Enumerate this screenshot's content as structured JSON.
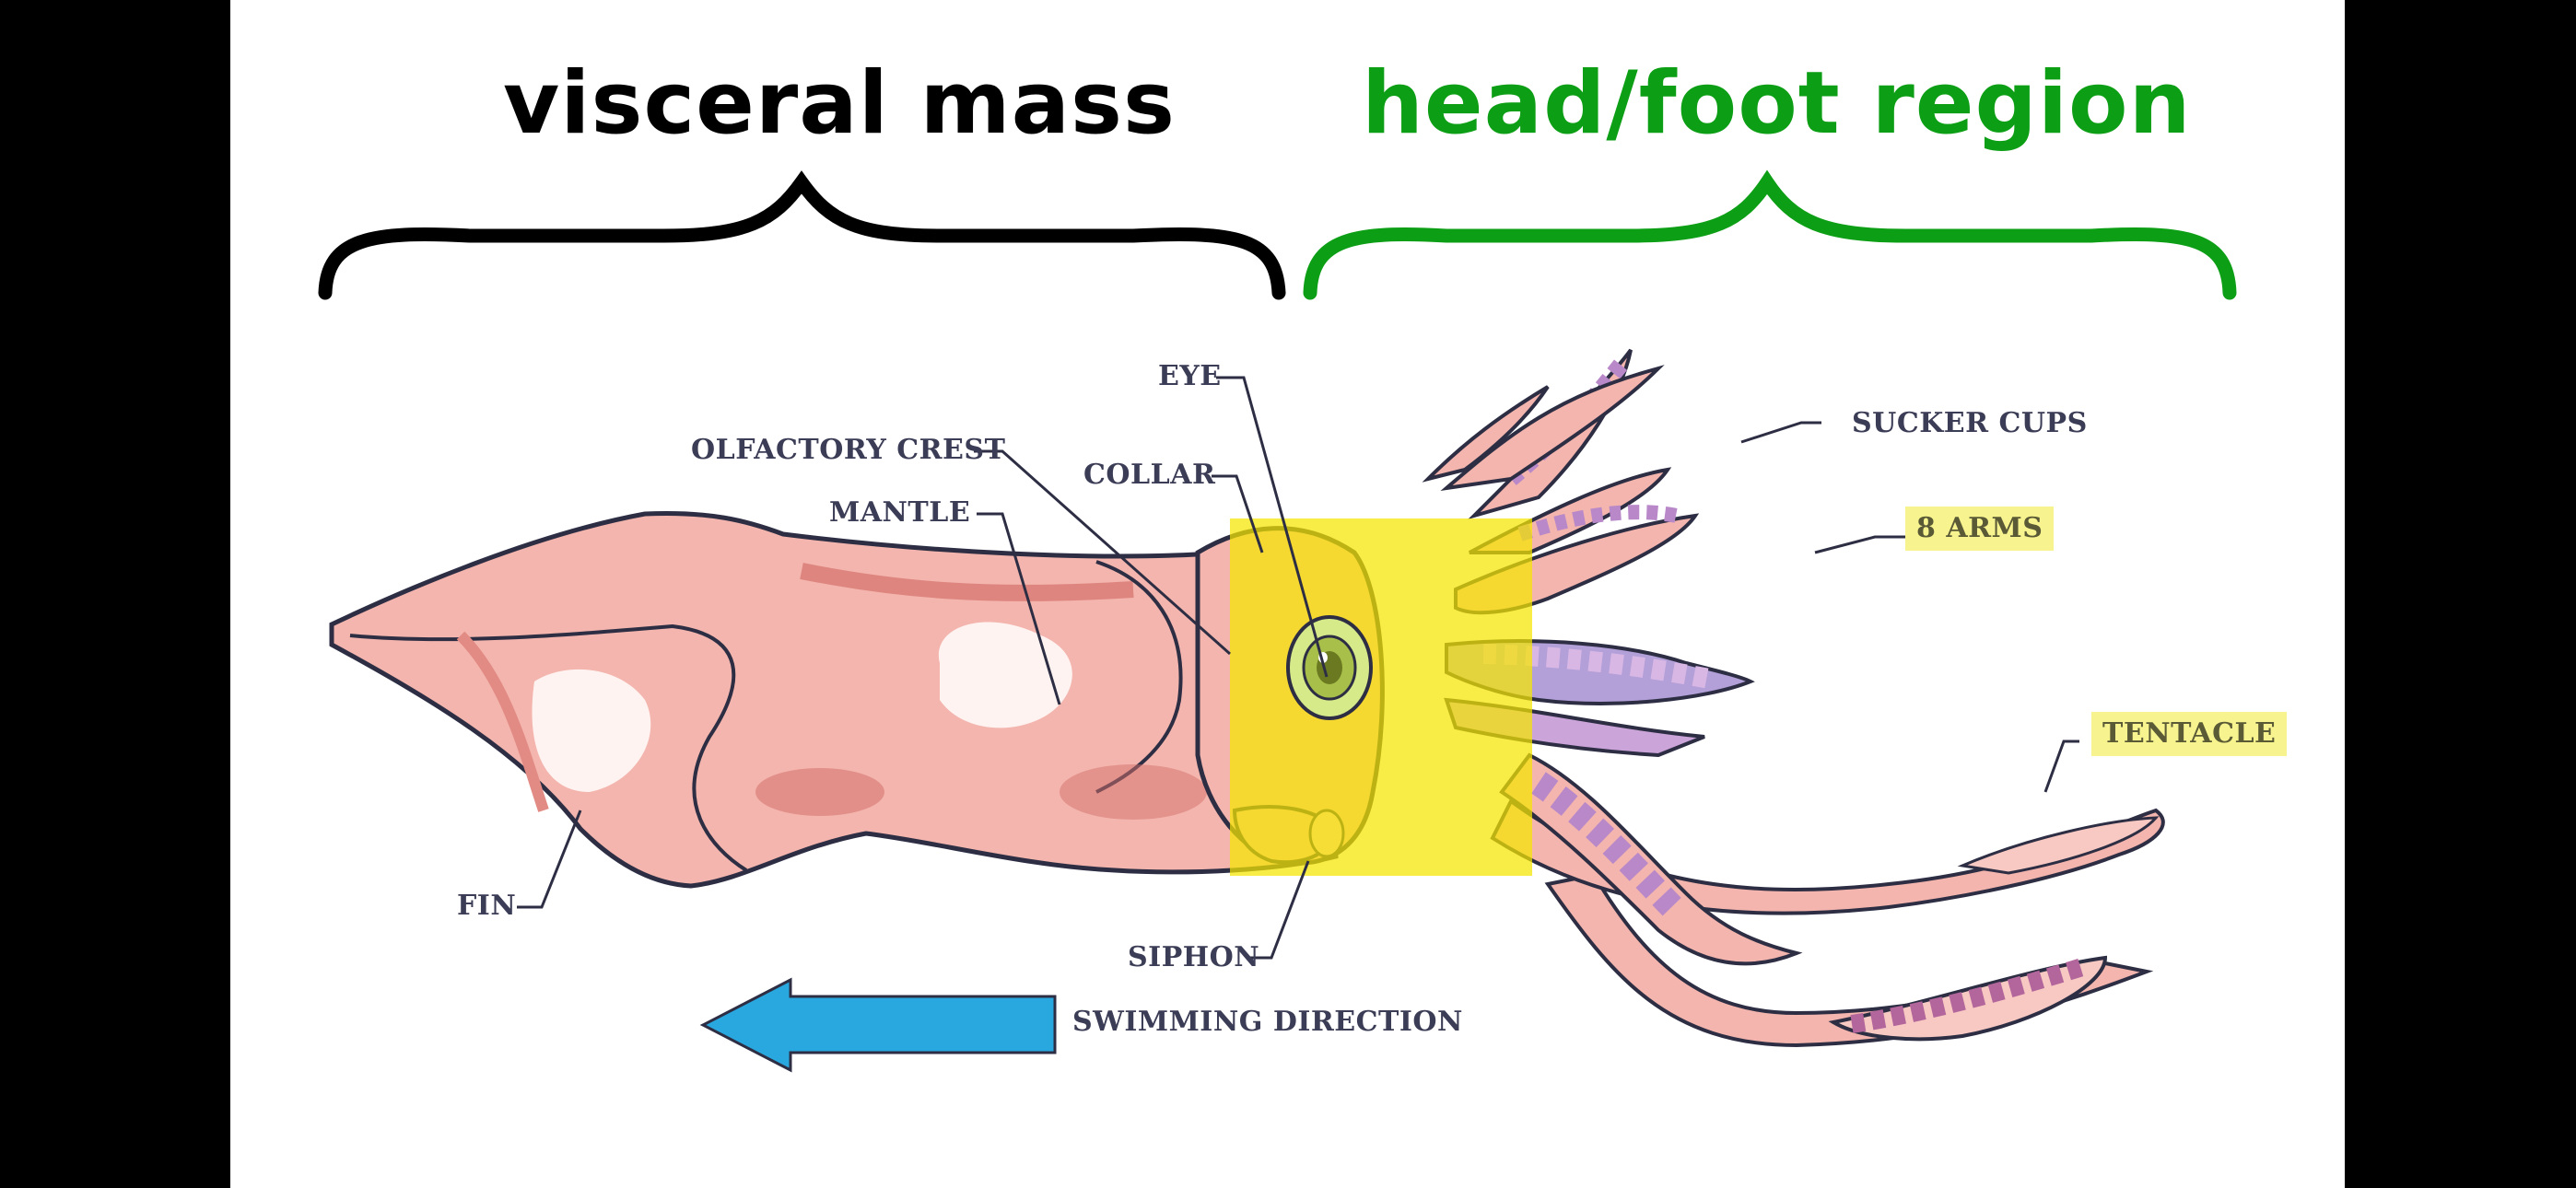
{
  "headings": {
    "visceral": "visceral mass",
    "head_foot": "head/foot region"
  },
  "labels": {
    "eye": "EYE",
    "olfactory_crest": "OLFACTORY CREST",
    "collar": "COLLAR",
    "mantle": "MANTLE",
    "sucker_cups": "SUCKER CUPS",
    "arms": "8 ARMS",
    "tentacle": "TENTACLE",
    "fin": "FIN",
    "siphon": "SIPHON",
    "swimming_direction": "SWIMMING DIRECTION"
  },
  "colors": {
    "visceral_brace": "#000000",
    "head_foot_brace": "#0c9e14",
    "highlight": "#f7f48f",
    "arrow": "#29a8e0",
    "body_pink": "#f3b5ad"
  }
}
